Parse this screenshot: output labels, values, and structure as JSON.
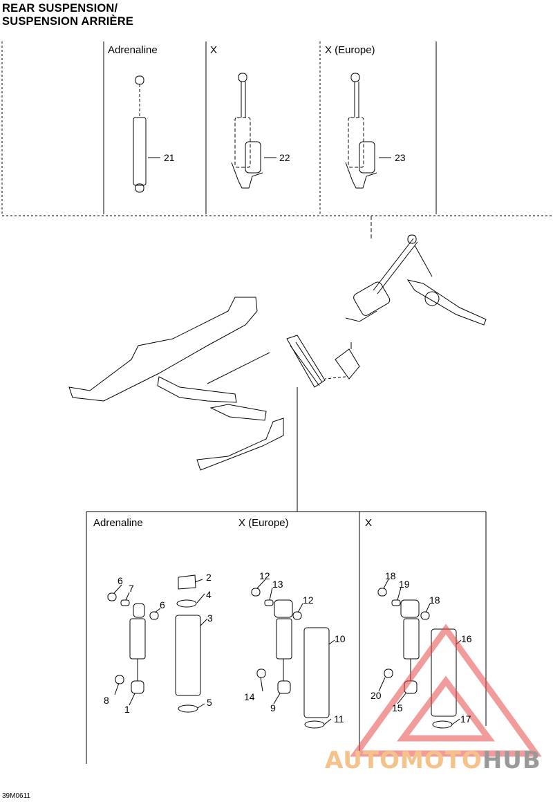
{
  "title": {
    "line1": "REAR SUSPENSION/",
    "line2": "SUSPENSION ARRIÈRE"
  },
  "top_panels": [
    {
      "label": "Adrenaline",
      "part": "21"
    },
    {
      "label": "X",
      "part": "22"
    },
    {
      "label": "X (Europe)",
      "part": "23"
    }
  ],
  "bottom_panels": [
    {
      "label": "Adrenaline"
    },
    {
      "label": "X (Europe)"
    },
    {
      "label": "X"
    }
  ],
  "callouts": {
    "adrenaline": [
      "6",
      "7",
      "6",
      "2",
      "4",
      "3",
      "8",
      "1",
      "5"
    ],
    "x_europe": [
      "12",
      "13",
      "12",
      "10",
      "14",
      "9",
      "11"
    ],
    "x": [
      "18",
      "19",
      "18",
      "16",
      "20",
      "15",
      "17"
    ]
  },
  "doc_id": "39M0611",
  "watermark": {
    "part1": "AUTOMOTO",
    "part2": "HUB",
    "color_main": "#f5c28a",
    "color_hub": "#9a9a9a",
    "triangle_color": "#e84a4a"
  }
}
